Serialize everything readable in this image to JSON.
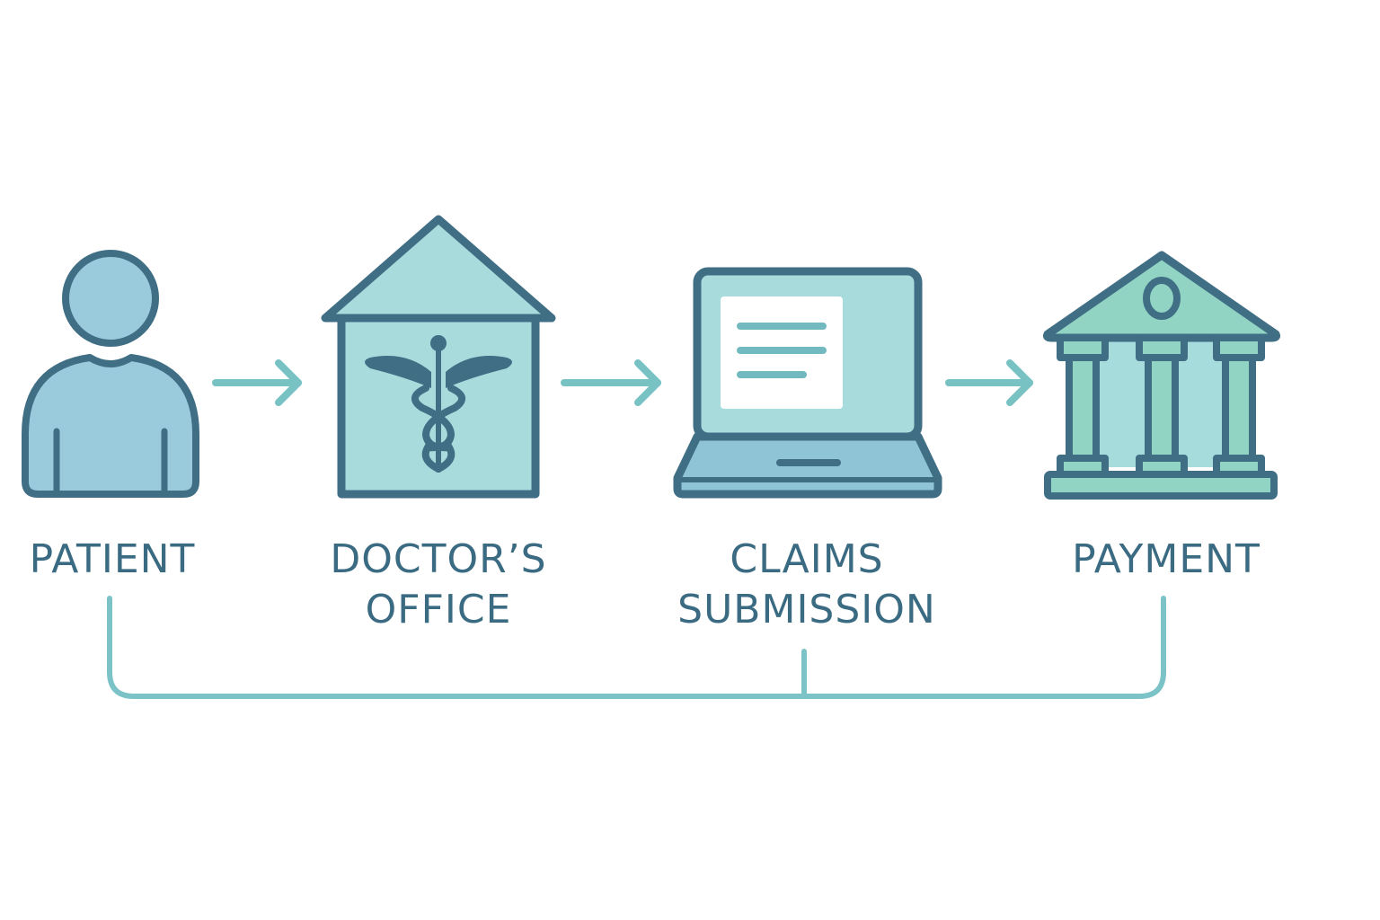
{
  "diagram": {
    "type": "process-flow",
    "colors": {
      "outline": "#3f6e85",
      "label": "#3a6b82",
      "arrow": "#78c2c4",
      "connector": "#7bc3c6",
      "patient_fill": "#9acbdc",
      "office_fill": "#a8dcdc",
      "screen_fill": "#a8dcdc",
      "laptop_base_fill": "#8fc3d6",
      "bank_roof_fill": "#92d4c4",
      "bank_body_fill": "#a6dcdc",
      "document_fill": "#ffffff",
      "background": "#ffffff"
    },
    "steps": [
      {
        "id": "patient",
        "icon": "person-icon",
        "label_lines": [
          "PATIENT"
        ]
      },
      {
        "id": "doctors-office",
        "icon": "medical-office-icon",
        "label_lines": [
          "DOCTOR’S",
          "OFFICE"
        ]
      },
      {
        "id": "claims-submission",
        "icon": "laptop-document-icon",
        "label_lines": [
          "CLAIMS",
          "SUBMISSION"
        ]
      },
      {
        "id": "payment",
        "icon": "bank-icon",
        "label_lines": [
          "PAYMENT"
        ]
      }
    ],
    "arrows": [
      {
        "from": "patient",
        "to": "doctors-office"
      },
      {
        "from": "doctors-office",
        "to": "claims-submission"
      },
      {
        "from": "claims-submission",
        "to": "payment"
      }
    ],
    "connector": {
      "links": [
        "patient",
        "claims-submission",
        "payment"
      ],
      "style": "bracket"
    }
  }
}
